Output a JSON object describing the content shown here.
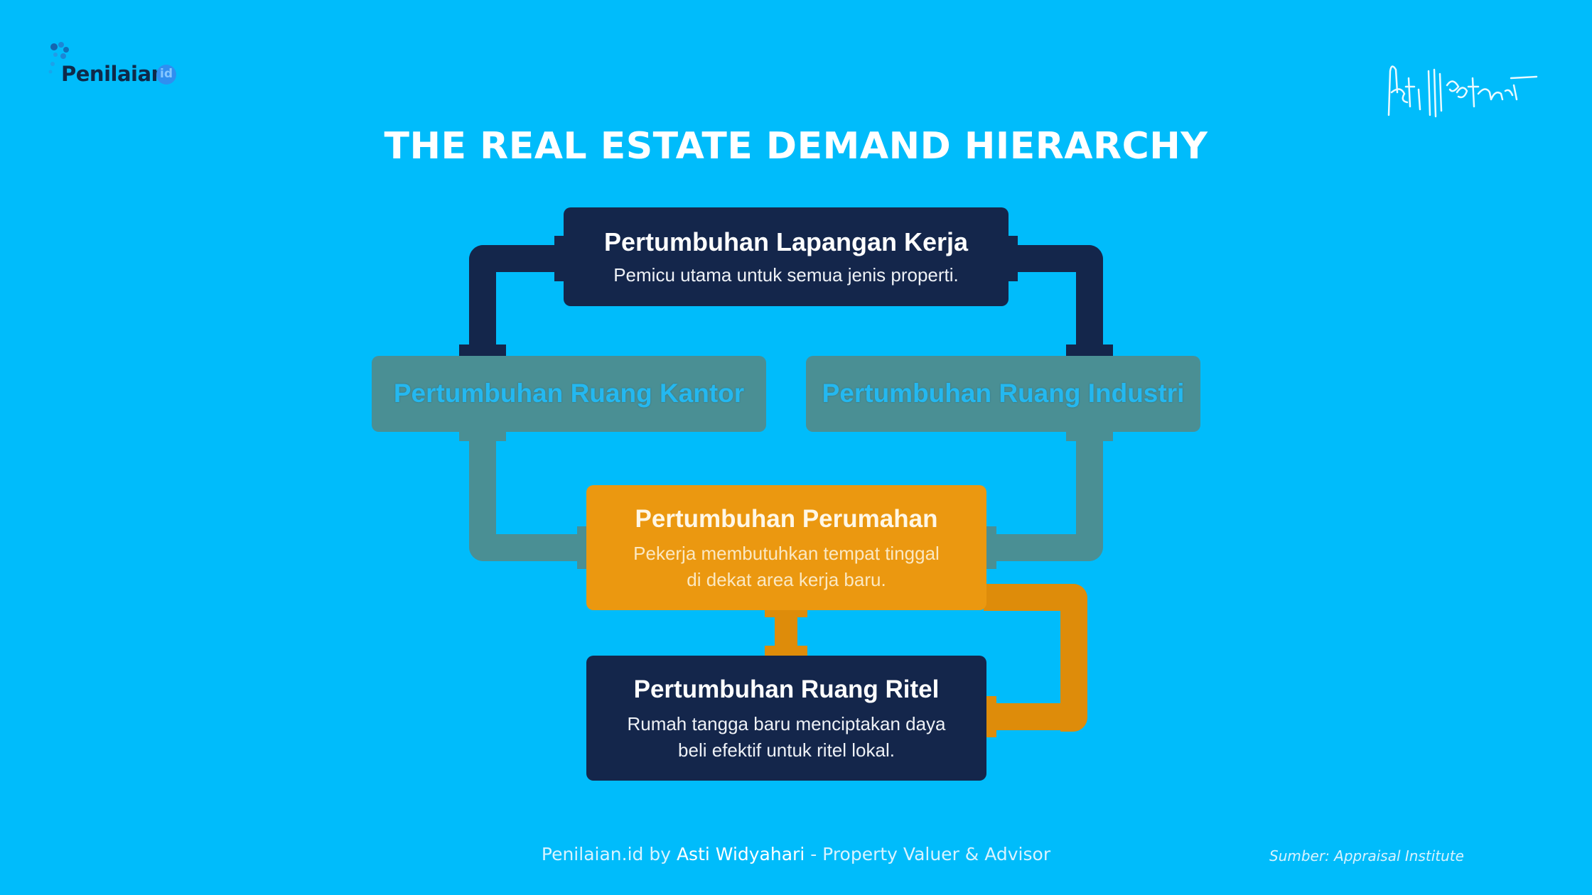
{
  "brand": {
    "logo_text": "Penilaian",
    "logo_badge": "id",
    "signature_alt": "Asti Widyahari signature"
  },
  "title": "THE REAL ESTATE DEMAND HIERARCHY",
  "diagram": {
    "nodes": [
      {
        "id": "jobs",
        "title": "Pertumbuhan Lapangan Kerja",
        "desc": "Pemicu utama untuk semua jenis properti.",
        "color": "#14264b"
      },
      {
        "id": "office",
        "title": "Pertumbuhan Ruang Kantor",
        "desc": "",
        "color": "#4a8f94"
      },
      {
        "id": "industrial",
        "title": "Pertumbuhan Ruang Industri",
        "desc": "",
        "color": "#4a8f94"
      },
      {
        "id": "housing",
        "title": "Pertumbuhan Perumahan",
        "desc_line1": "Pekerja membutuhkan tempat tinggal",
        "desc_line2": "di dekat area kerja baru.",
        "color": "#eb9810"
      },
      {
        "id": "retail",
        "title": "Pertumbuhan Ruang Ritel",
        "desc_line1": "Rumah tangga baru menciptakan daya",
        "desc_line2": "beli efektif untuk ritel lokal.",
        "color": "#14264b"
      }
    ],
    "edges": [
      {
        "from": "jobs",
        "to": "office"
      },
      {
        "from": "jobs",
        "to": "industrial"
      },
      {
        "from": "office",
        "to": "housing"
      },
      {
        "from": "industrial",
        "to": "housing"
      },
      {
        "from": "housing",
        "to": "retail"
      }
    ]
  },
  "footer": {
    "prefix": "Penilaian.id by ",
    "name": "Asti Widyahari",
    "suffix": " - Property Valuer & Advisor",
    "source": "Sumber: Appraisal Institute"
  },
  "colors": {
    "background": "#00bcfb",
    "navy": "#14264b",
    "teal": "#4a8f94",
    "orange": "#eb9810"
  }
}
